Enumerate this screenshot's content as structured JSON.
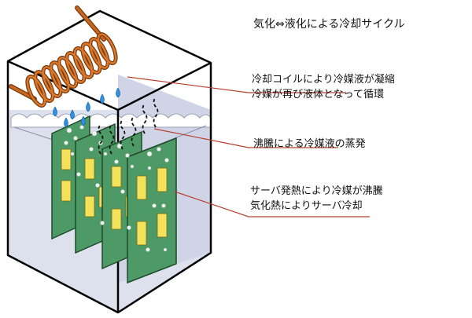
{
  "title": "気化⇔液化による冷却サイクル",
  "labels": {
    "condense_line1": "冷却コイルにより冷媒液が凝縮",
    "condense_line2": "冷媒が再び液体となって循環",
    "boil": "沸騰による冷媒液の蒸発",
    "heat_line1": "サーバ発熱により冷媒が沸騰",
    "heat_line2": "気化熱によりサーバ冷却"
  },
  "colors": {
    "tank_outline": "#000000",
    "tank_liquid": "#dde1ee",
    "coil": "#c8681f",
    "coil_dark": "#7a3a0c",
    "droplet": "#2f8fe0",
    "board": "#4e9a66",
    "board_edge": "#1f4a2a",
    "chip": "#f3e25a",
    "leader_line": "#b84030"
  }
}
